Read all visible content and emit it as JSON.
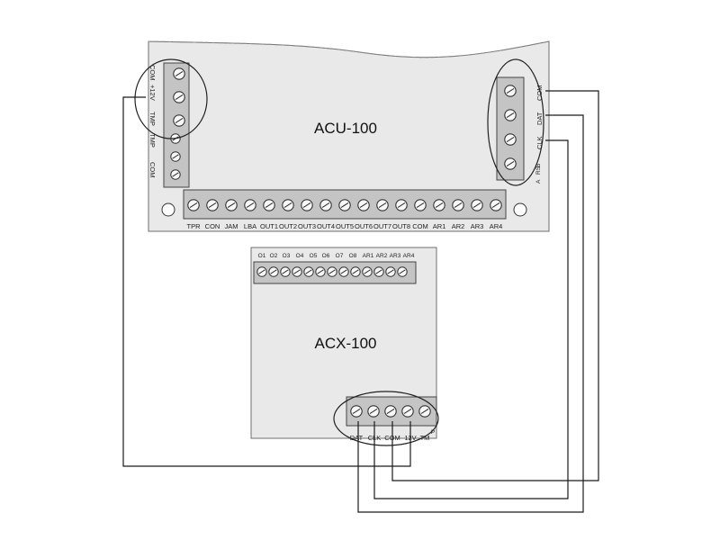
{
  "acu": {
    "title": "ACU-100",
    "left_terminals": [
      "COM",
      "+12V",
      "TMP",
      "TMP",
      "COM"
    ],
    "right_terminals": [
      "COM",
      "DAT",
      "CLK",
      "B",
      "A"
    ],
    "right_extra_label": "RS",
    "bottom_terminals": [
      "TPR",
      "CON",
      "JAM",
      "LBA",
      "OUT1",
      "OUT2",
      "OUT3",
      "OUT4",
      "OUT5",
      "OUT6",
      "OUT7",
      "OUT8",
      "COM",
      "AR1",
      "AR2",
      "AR3",
      "AR4"
    ]
  },
  "acx": {
    "title": "ACX-100",
    "top_terminals": [
      "O1",
      "O2",
      "O3",
      "O4",
      "O5",
      "O6",
      "O7",
      "O8",
      "AR1",
      "AR2",
      "AR3",
      "AR4"
    ],
    "bottom_terminals": [
      "DAT",
      "CLK",
      "COM",
      "12V",
      "TMP"
    ],
    "bottom_terminals_display": [
      "DAT",
      "CLK",
      "COM",
      "12V",
      "TM",
      "P"
    ]
  },
  "colors": {
    "board": "#e9e9e9",
    "board_stroke": "#6f6f6f",
    "terminal_block": "#c4c4c4",
    "screw": "#f5f5f5",
    "wire": "#1a1a1a"
  }
}
